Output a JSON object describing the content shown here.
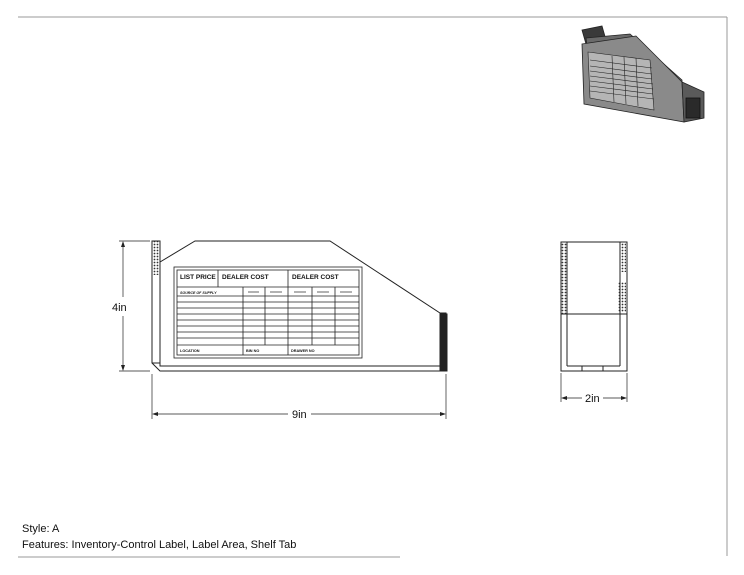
{
  "dimensions": {
    "height": "4in",
    "width": "9in",
    "depth": "2in"
  },
  "label": {
    "list_price": "LIST PRICE",
    "dealer_cost_1": "DEALER COST",
    "dealer_cost_2": "DEALER COST",
    "source_of_supply": "SOURCE OF SUPPLY",
    "location": "LOCATION",
    "bin_no": "BIN NO",
    "drawer_no": "DRAWER NO"
  },
  "caption": {
    "style": "Style: A",
    "features": "Features: Inventory-Control Label, Label Area, Shelf Tab"
  },
  "colors": {
    "line": "#222222",
    "iso_body": "#8a8a8a",
    "iso_dark": "#3a3a3a"
  }
}
